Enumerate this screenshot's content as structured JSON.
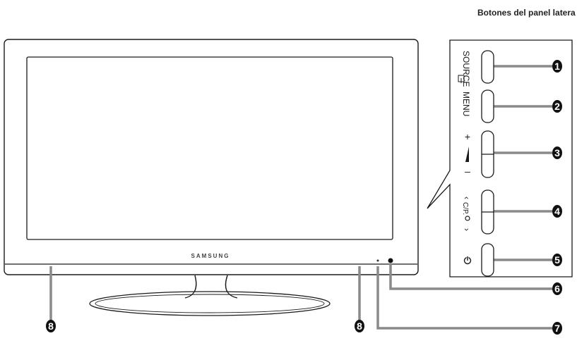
{
  "panel_title": "Botones del panel latera",
  "brand": "SAMSUNG",
  "buttons": {
    "source": "SOURCE",
    "menu": "MENU",
    "vol_plus": "+",
    "vol_minus": "–",
    "ch_label": "C/P.",
    "power_symbol": "⏻"
  },
  "callouts": [
    "1",
    "2",
    "3",
    "4",
    "5",
    "6",
    "7",
    "8"
  ],
  "colors": {
    "line": "#1a1a1a",
    "leader": "#8a8a8a",
    "badge": "#111111",
    "panel": "#ffffff"
  }
}
